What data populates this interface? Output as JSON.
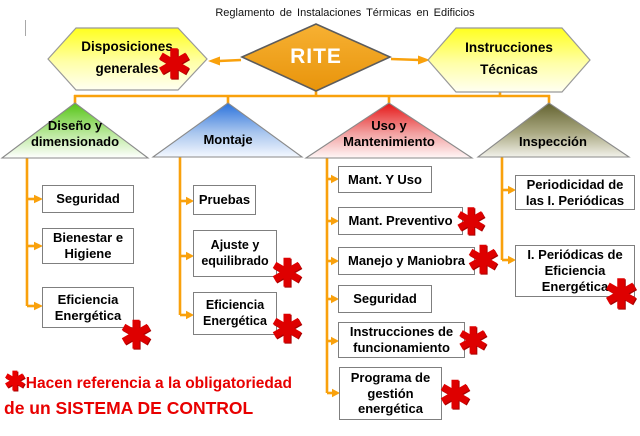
{
  "title": "Reglamento de Instalaciones Térmicas en Edificios",
  "symbols": {
    "asterisk": "✱"
  },
  "root": {
    "label": "RITE"
  },
  "level1": {
    "left": {
      "label": "Disposiciones generales",
      "has_asterisk": true
    },
    "right": {
      "label": "Instrucciones Técnicas",
      "has_asterisk": false
    }
  },
  "branches": [
    {
      "label": "Diseño y dimensionado",
      "apex_color": "#66cc2e",
      "items": [
        {
          "label": "Seguridad",
          "asterisk": false
        },
        {
          "label": "Bienestar e Higiene",
          "asterisk": false
        },
        {
          "label": "Eficiencia Energética",
          "asterisk": true
        }
      ]
    },
    {
      "label": "Montaje",
      "apex_color": "#3c80e0",
      "items": [
        {
          "label": "Pruebas",
          "asterisk": false
        },
        {
          "label": "Ajuste y equilibrado",
          "asterisk": true
        },
        {
          "label": "Eficiencia Energética",
          "asterisk": true
        }
      ]
    },
    {
      "label": "Uso y Mantenimiento",
      "apex_color": "#ea2222",
      "items": [
        {
          "label": "Mant. Y Uso",
          "asterisk": false
        },
        {
          "label": "Mant. Preventivo",
          "asterisk": true
        },
        {
          "label": "Manejo y Maniobra",
          "asterisk": true
        },
        {
          "label": "Seguridad",
          "asterisk": false
        },
        {
          "label": "Instrucciones de funcionamiento",
          "asterisk": true
        },
        {
          "label": "Programa de gestión energética",
          "asterisk": true
        }
      ]
    },
    {
      "label": "Inspección",
      "apex_color": "#6d6c3d",
      "items": [
        {
          "label": "Periodicidad de las I. Periódicas",
          "asterisk": false
        },
        {
          "label": "I. Periódicas de Eficiencia Energética",
          "asterisk": true
        }
      ]
    }
  ],
  "note": {
    "line1": "Hacen referencia a la obligatoriedad",
    "line2": "de un SISTEMA DE CONTROL"
  },
  "colors": {
    "connector": "#f9a10c",
    "diamond_fill": "#efa021",
    "hexagon_top": "#ffff2e",
    "asterisk_red": "#de0000",
    "note_red": "#e80000"
  }
}
